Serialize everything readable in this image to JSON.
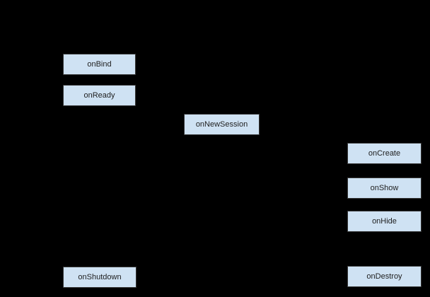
{
  "diagram": {
    "type": "lifecycle-flow-diagram",
    "background_color": "#000000",
    "node_fill_color": "#cfe2f3",
    "node_border_color": "#383838",
    "node_text_color": "#1e1e1e",
    "nodes": [
      {
        "id": "onBind",
        "label": "onBind"
      },
      {
        "id": "onReady",
        "label": "onReady"
      },
      {
        "id": "onNewSession",
        "label": "onNewSession"
      },
      {
        "id": "onCreate",
        "label": "onCreate"
      },
      {
        "id": "onShow",
        "label": "onShow"
      },
      {
        "id": "onHide",
        "label": "onHide"
      },
      {
        "id": "onShutdown",
        "label": "onShutdown"
      },
      {
        "id": "onDestroy",
        "label": "onDestroy"
      }
    ]
  }
}
